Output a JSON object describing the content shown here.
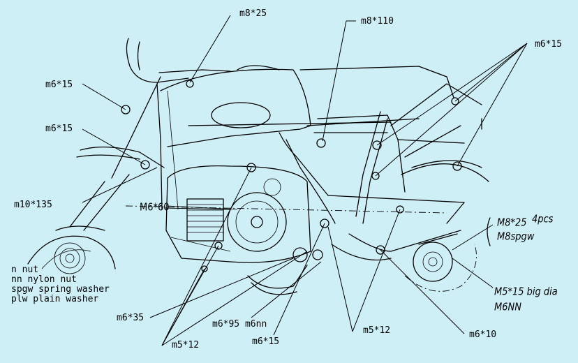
{
  "diagram": {
    "labels": {
      "m8x25": "m8*25",
      "m8x110": "m8*110",
      "m6x15_right": "m6*15",
      "m6x15_left_top": "m6*15",
      "m6x15_left_mid": "m6*15",
      "m10x135": "m10*135",
      "m6x60": "M6*60",
      "m6x35": "m6*35",
      "m6x95_m6nn": "m6*95 m6nn",
      "m6x15_bottom": "m6*15",
      "m5x12_bottom": "m5*12",
      "m5x12_mid": "m5*12",
      "m6x10": "m6*10",
      "m8x25_hand": "M8*25",
      "m8spgw": "M8spgw",
      "four_pcs": "4pcs",
      "m5x15_big_dia": "M5*15 big dia",
      "m6nn_hand": "M6NN"
    },
    "legend": [
      "n nut",
      "nn nylon nut",
      "spgw spring washer",
      "plw plain washer"
    ]
  }
}
